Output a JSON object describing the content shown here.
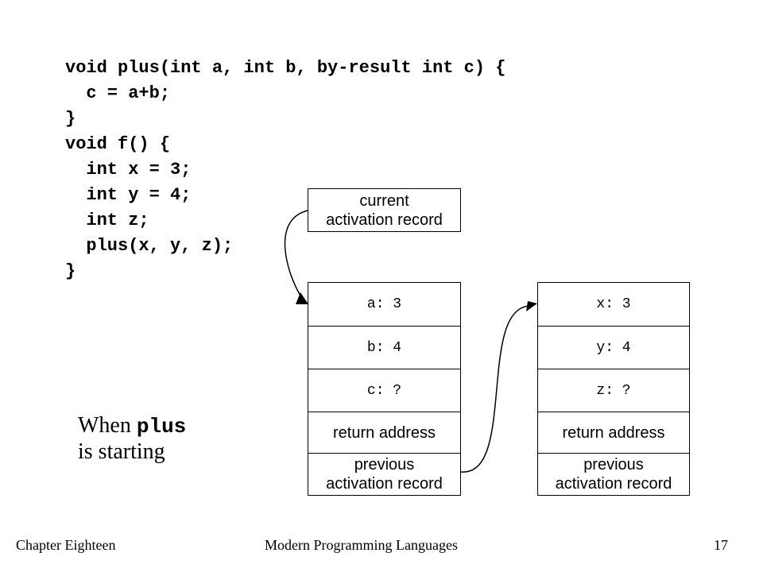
{
  "code_lines": [
    "void plus(int a, int b, by-result int c) {",
    "  c = a+b;",
    "}",
    "void f() {",
    "  int x = 3;",
    "  int y = 4;",
    "  int z;",
    "  plus(x, y, z);",
    "}"
  ],
  "current_ar": {
    "line1": "current",
    "line2": "activation record"
  },
  "plus_record": {
    "a": "a: 3",
    "b": "b: 4",
    "c": "c: ?",
    "return_address": "return address",
    "previous_line1": "previous",
    "previous_line2": "activation record"
  },
  "f_record": {
    "x": "x: 3",
    "y": "y: 4",
    "z": "z: ?",
    "return_address": "return address",
    "previous_line1": "previous",
    "previous_line2": "activation record"
  },
  "caption": {
    "prefix": "When ",
    "code_word": "plus",
    "suffix": "is starting"
  },
  "footer": {
    "chapter": "Chapter Eighteen",
    "book": "Modern Programming Languages",
    "page": "17"
  }
}
